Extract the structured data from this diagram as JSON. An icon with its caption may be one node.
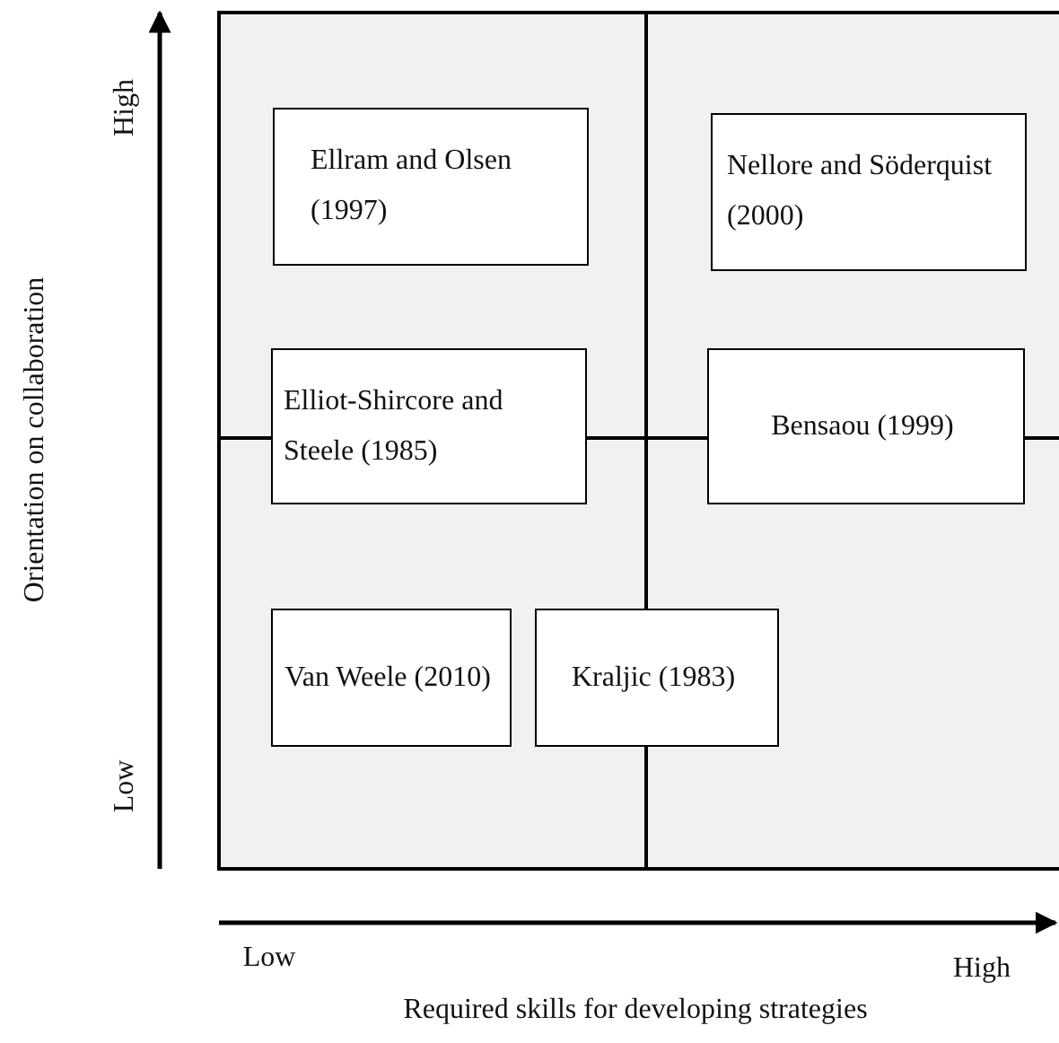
{
  "diagram": {
    "nodes": [
      {
        "text": [
          "Ellram and Olsen (1997)"
        ]
      },
      {
        "text": [
          "Nellore and Söderquist (2000)"
        ]
      },
      {
        "text": [
          "Elliot-Shircore and Steele (1985)"
        ]
      },
      {
        "text": [
          "Bensaou (1999)"
        ]
      },
      {
        "text": [
          "Van Weele (2010)"
        ]
      },
      {
        "text": [
          "Kraljic (1983)"
        ]
      }
    ],
    "labels": [
      "High",
      "Orientation on collaboration",
      "Low",
      "Low",
      "High",
      "Required skills for developing strategies"
    ]
  }
}
